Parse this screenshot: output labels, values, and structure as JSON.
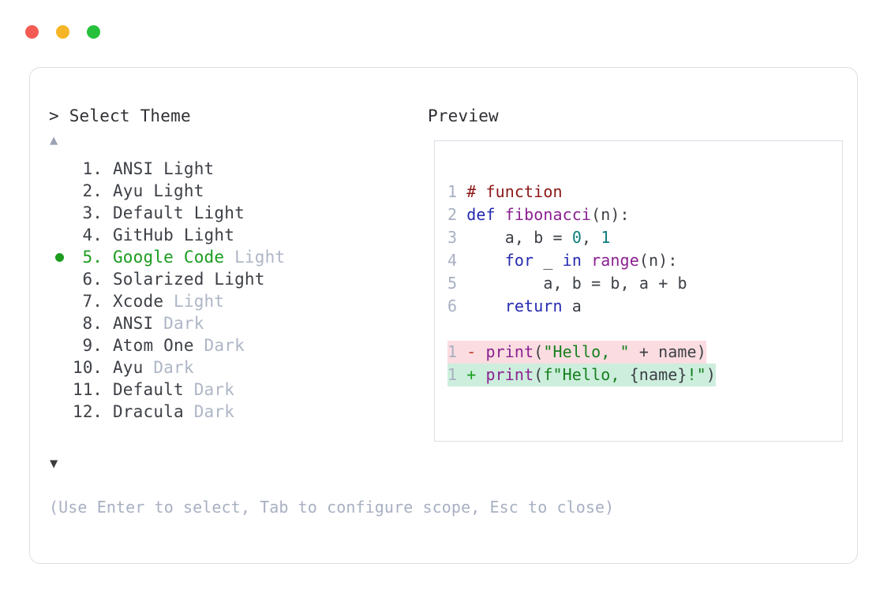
{
  "window": {
    "dots": [
      {
        "name": "close",
        "color": "#f45b52"
      },
      {
        "name": "minimize",
        "color": "#f5b526"
      },
      {
        "name": "maximize",
        "color": "#26c03c"
      }
    ]
  },
  "left": {
    "prompt_symbol": "> ",
    "prompt_title": "Select Theme",
    "scroll_up_icon": "▲",
    "scroll_down_icon": "▼",
    "selected_index": 5,
    "items": [
      {
        "index": "1",
        "name": "ANSI",
        "variant": " Light",
        "variant_dim": false,
        "selected": false
      },
      {
        "index": "2",
        "name": "Ayu",
        "variant": " Light",
        "variant_dim": false,
        "selected": false
      },
      {
        "index": "3",
        "name": "Default",
        "variant": " Light",
        "variant_dim": false,
        "selected": false
      },
      {
        "index": "4",
        "name": "GitHub",
        "variant": " Light",
        "variant_dim": false,
        "selected": false
      },
      {
        "index": "5",
        "name": "Google Code",
        "variant": " Light",
        "variant_dim": true,
        "selected": true
      },
      {
        "index": "6",
        "name": "Solarized",
        "variant": " Light",
        "variant_dim": false,
        "selected": false
      },
      {
        "index": "7",
        "name": "Xcode",
        "variant": " Light",
        "variant_dim": true,
        "selected": false
      },
      {
        "index": "8",
        "name": "ANSI",
        "variant": " Dark",
        "variant_dim": true,
        "selected": false
      },
      {
        "index": "9",
        "name": "Atom One",
        "variant": " Dark",
        "variant_dim": true,
        "selected": false
      },
      {
        "index": "10",
        "name": "Ayu",
        "variant": " Dark",
        "variant_dim": true,
        "selected": false
      },
      {
        "index": "11",
        "name": "Default",
        "variant": " Dark",
        "variant_dim": true,
        "selected": false
      },
      {
        "index": "12",
        "name": "Dracula",
        "variant": " Dark",
        "variant_dim": true,
        "selected": false
      }
    ],
    "hint": "(Use Enter to select, Tab to configure scope, Esc to close)"
  },
  "right": {
    "preview_label": "Preview",
    "code_lines": [
      {
        "num": "1",
        "text": "# function"
      },
      {
        "num": "2",
        "text": "def fibonacci(n):"
      },
      {
        "num": "3",
        "text": "    a, b = 0, 1"
      },
      {
        "num": "4",
        "text": "    for _ in range(n):"
      },
      {
        "num": "5",
        "text": "        a, b = b, a + b"
      },
      {
        "num": "6",
        "text": "    return a"
      }
    ],
    "diff_lines": [
      {
        "num": "1",
        "sign": "-",
        "text": "print(\"Hello, \" + name)",
        "kind": "delete"
      },
      {
        "num": "1",
        "sign": "+",
        "text": "print(f\"Hello, {name}!\")",
        "kind": "add"
      }
    ]
  },
  "colors": {
    "accent_green": "#1c9c1f",
    "dim": "#aeb6c6",
    "text": "#3d4046",
    "border": "#dcdee5",
    "diff_delete_bg": "#fbdde1",
    "diff_add_bg": "#cdeedd",
    "comment": "#8d1717",
    "keyword": "#252ab0",
    "function": "#8b2191",
    "number": "#0d7c7c",
    "string": "#17801f"
  }
}
